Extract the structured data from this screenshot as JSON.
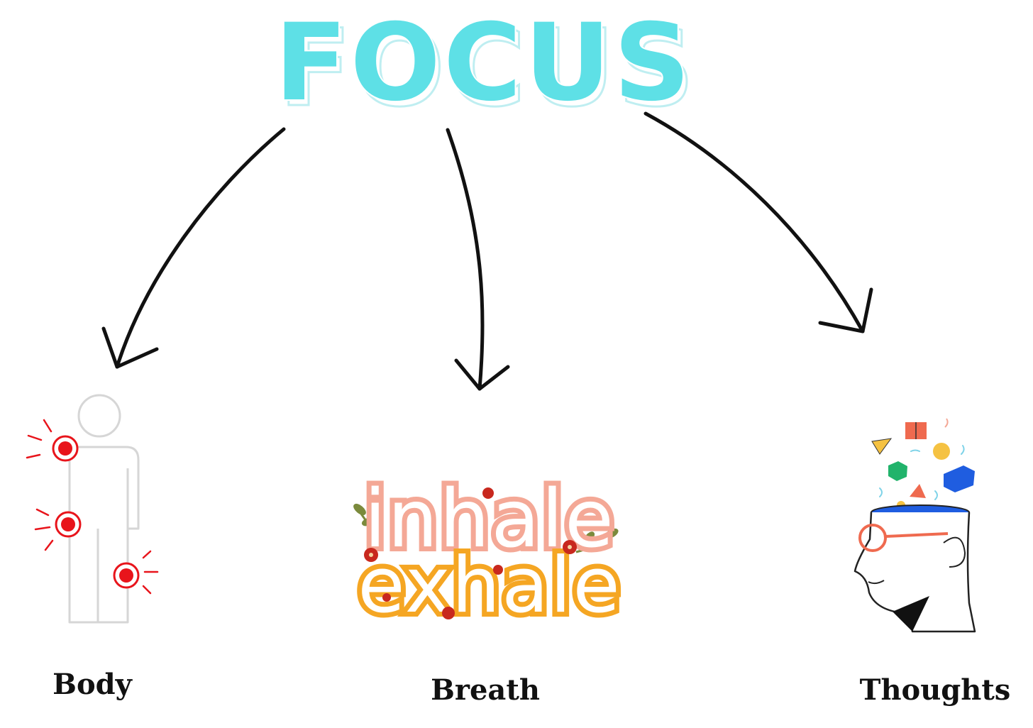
{
  "title": "FOCUS",
  "branches": [
    {
      "label": "Body",
      "icon": "body-pain-points-icon"
    },
    {
      "label": "Breath",
      "icon": "inhale-exhale-lettering-icon"
    },
    {
      "label": "Thoughts",
      "icon": "open-head-thoughts-icon"
    }
  ],
  "breath_art": {
    "line1": "inhale",
    "line2": "exhale"
  },
  "colors": {
    "title": "#5ee0e6",
    "arrow": "#111111",
    "pain_point": "#e8141b",
    "inhale": "#f4a896",
    "exhale": "#f5a623",
    "head_top": "#1f5de0"
  }
}
